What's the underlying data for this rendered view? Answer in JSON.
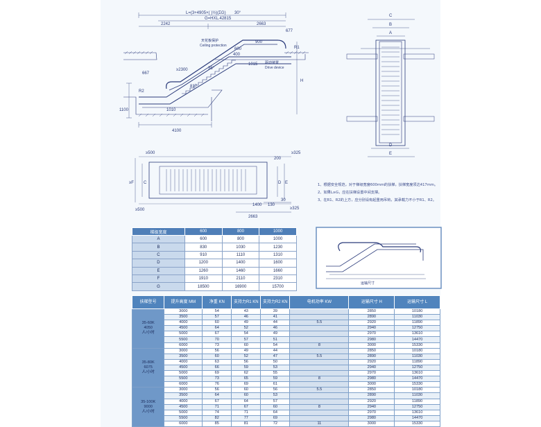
{
  "side_view": {
    "overall_length": "L=(3+4905×(     )½)(ΣG)",
    "dim_2242": "2242",
    "dim_2663": "2663",
    "dim_677": "677",
    "dim_hxl": "G=HXL.42815",
    "ceiling_label_cn": "天花板保护",
    "ceiling_label_en": "Ceiling protection",
    "drive_label_cn": "驱动装置",
    "drive_label_en": "Drive device",
    "dim_600": "600",
    "dim_900": "900",
    "dim_1015": "1015",
    "dim_2300": "≥2300",
    "dim_667": "667",
    "dim_1100": "1100",
    "dim_1010": "1010",
    "dim_4100": "4100",
    "r1": "R1",
    "r2": "R2",
    "h": "H",
    "dim_35": "35°",
    "dim_30": "30°",
    "dim_817": "817",
    "dim_400": "400"
  },
  "front_view": {
    "labels": [
      "C",
      "B",
      "A",
      "D",
      "E"
    ]
  },
  "plan_view": {
    "dim_500_top": "≥500",
    "dim_500_bottom": "≥500",
    "dim_200": "200",
    "dim_30": "30",
    "dim_325_top": "≥325",
    "dim_325_bottom": "≥325",
    "dim_1400": "1400",
    "dim_130": "130",
    "dim_2663": "2663",
    "left_labels": [
      "≥F",
      "C"
    ],
    "right_labels": [
      "E",
      "D"
    ]
  },
  "notes": [
    "1、根据安全规范，对于梯级宽度600mm的扶梯，扶梯宽度须达417mm。",
    "2、如果L≥G，应在扶梯设置中间支撑。",
    "3、在R1、R2的上方，应分别设有起重用吊钩，其承载力不小于R1、R2。"
  ],
  "small_diagram": {
    "caption_left": "运输尺寸",
    "caption_right": ""
  },
  "table1": {
    "header": [
      "梯级宽度",
      "600",
      "800",
      "1000"
    ],
    "rows": [
      [
        "A",
        "600",
        "800",
        "1000"
      ],
      [
        "B",
        "830",
        "1030",
        "1230"
      ],
      [
        "C",
        "910",
        "1110",
        "1310"
      ],
      [
        "D",
        "1200",
        "1400",
        "1600"
      ],
      [
        "E",
        "1260",
        "1460",
        "1660"
      ],
      [
        "F",
        "1910",
        "2110",
        "2310"
      ],
      [
        "G",
        "18500",
        "16900",
        "15700"
      ]
    ]
  },
  "table2": {
    "headers": [
      "扶梯型号",
      "提升高度 MM",
      "净重 KN",
      "支持力R1 KN",
      "支持力R2 KN",
      "电机功率 KW",
      "运输尺寸 H",
      "运输尺寸 L"
    ],
    "groups": [
      {
        "model": [
          "35-60K",
          "4050",
          "人/小时"
        ],
        "rows": [
          [
            "3000",
            "54",
            "43",
            "39",
            "",
            "2850",
            "10180"
          ],
          [
            "3500",
            "57",
            "46",
            "41",
            "",
            "2890",
            "11030"
          ],
          [
            "4000",
            "60",
            "49",
            "44",
            "5.5",
            "2920",
            "11890"
          ],
          [
            "4500",
            "64",
            "52",
            "46",
            "",
            "2940",
            "12750"
          ],
          [
            "5000",
            "67",
            "54",
            "49",
            "",
            "2970",
            "13610"
          ],
          [
            "5500",
            "70",
            "57",
            "51",
            "",
            "2980",
            "14470"
          ],
          [
            "6000",
            "73",
            "60",
            "54",
            "8",
            "3000",
            "15330"
          ]
        ]
      },
      {
        "model": [
          "35-80K",
          "6075",
          "人/小时"
        ],
        "rows": [
          [
            "3000",
            "56",
            "49",
            "44",
            "",
            "2850",
            "10180"
          ],
          [
            "3500",
            "60",
            "52",
            "47",
            "5.5",
            "2890",
            "11030"
          ],
          [
            "4000",
            "63",
            "56",
            "50",
            "",
            "2920",
            "11890"
          ],
          [
            "4500",
            "66",
            "59",
            "53",
            "",
            "2940",
            "12750"
          ],
          [
            "5000",
            "69",
            "62",
            "55",
            "",
            "2970",
            "13610"
          ],
          [
            "5500",
            "73",
            "65",
            "59",
            "8",
            "2980",
            "14470"
          ],
          [
            "6000",
            "76",
            "69",
            "61",
            "",
            "3000",
            "15330"
          ]
        ]
      },
      {
        "model": [
          "35-100K",
          "9000",
          "人/小时"
        ],
        "rows": [
          [
            "3000",
            "56",
            "60",
            "56",
            "5.5",
            "2850",
            "10180"
          ],
          [
            "3500",
            "64",
            "60",
            "53",
            "",
            "2890",
            "11030"
          ],
          [
            "4000",
            "67",
            "64",
            "57",
            "",
            "2920",
            "11890"
          ],
          [
            "4500",
            "71",
            "67",
            "60",
            "8",
            "2940",
            "12750"
          ],
          [
            "5000",
            "74",
            "71",
            "64",
            "",
            "2970",
            "13610"
          ],
          [
            "5500",
            "82",
            "77",
            "69",
            "",
            "2980",
            "14470"
          ],
          [
            "6000",
            "85",
            "81",
            "72",
            "11",
            "3000",
            "15330"
          ]
        ]
      }
    ]
  }
}
